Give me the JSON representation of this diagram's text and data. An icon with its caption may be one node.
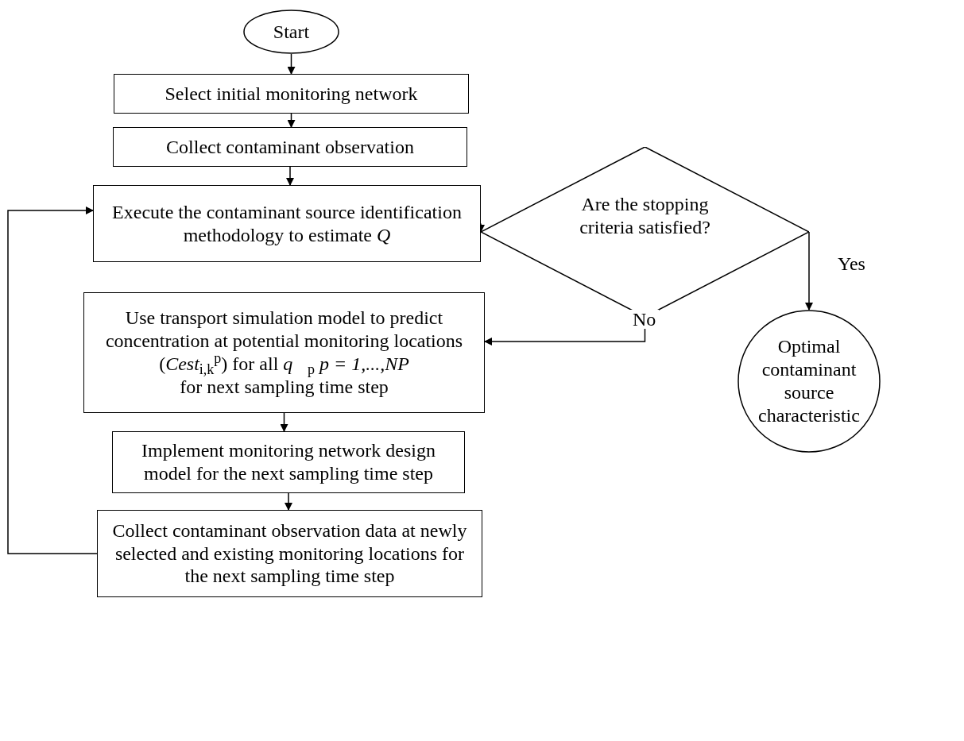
{
  "diagram": {
    "nodes": [
      {
        "text": [
          "Start"
        ]
      },
      {
        "text": [
          "Select initial monitoring network"
        ]
      },
      {
        "text": [
          "Collect contaminant observation"
        ]
      },
      {
        "text": [
          "Execute the contaminant source identification methodology to estimate *Q*"
        ]
      },
      {
        "text": [
          "Are the stopping criteria satisfied?"
        ]
      },
      {
        "text": [
          "Optimal contaminant source characteristic"
        ]
      },
      {
        "text": [
          "Use transport simulation model to predict concentration at potential monitoring locations (*Cest*$_{i,k}$$^{p}$) for all *q⃗*$_{p}$   *p = 1,...,NP*",
          "for next sampling time step"
        ]
      },
      {
        "text": [
          "Implement monitoring network design model for the next sampling time step"
        ]
      },
      {
        "text": [
          "Collect contaminant observation data at newly selected and existing monitoring locations for the next sampling time step"
        ]
      }
    ],
    "edges": [
      {
        "from": 0,
        "to": 1,
        "arrow": "to"
      },
      {
        "from": 1,
        "to": 2,
        "arrow": "to"
      },
      {
        "from": 2,
        "to": 3,
        "arrow": "to"
      },
      {
        "from": 3,
        "to": 4,
        "arrow": "to"
      },
      {
        "from": 4,
        "to": 5,
        "arrow": "to",
        "label": "Yes"
      },
      {
        "from": 4,
        "to": 6,
        "arrow": "to",
        "label": "No"
      },
      {
        "from": 6,
        "to": 7,
        "arrow": "to"
      },
      {
        "from": 7,
        "to": 8,
        "arrow": "to"
      },
      {
        "from": 8,
        "to": 3,
        "arrow": "to"
      }
    ]
  }
}
